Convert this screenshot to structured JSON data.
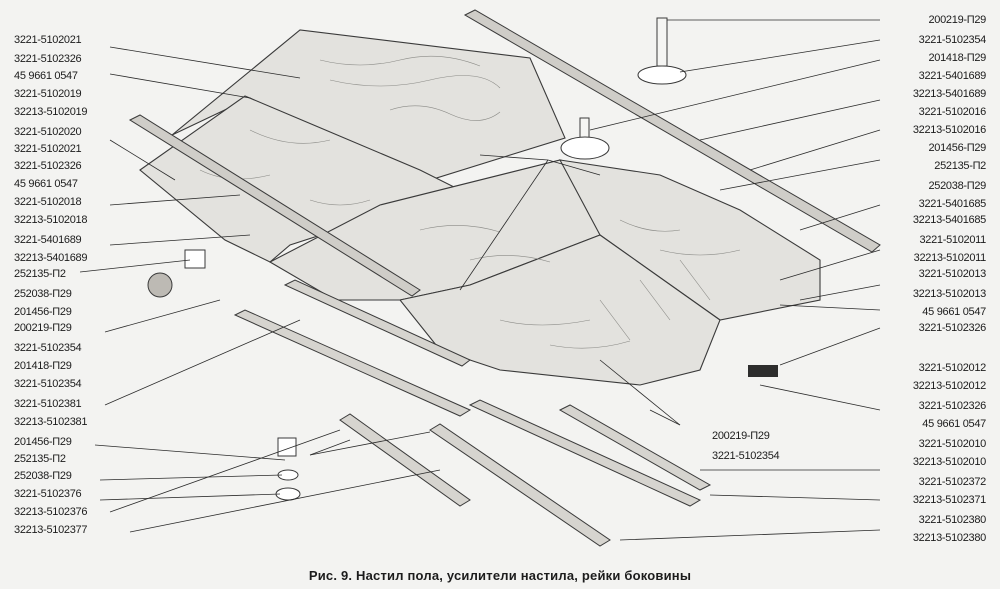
{
  "left_labels": [
    "3221-5102021",
    "3221-5102326",
    "45 9661 0547",
    "3221-5102019",
    "32213-5102019",
    "3221-5102020",
    "3221-5102021",
    "3221-5102326",
    "45 9661 0547",
    "3221-5102018",
    "32213-5102018",
    "3221-5401689",
    "32213-5401689",
    "252135-П2",
    "252038-П29",
    "201456-П29",
    "200219-П29",
    "3221-5102354",
    "201418-П29",
    "3221-5102354",
    "3221-5102381",
    "32213-5102381",
    "201456-П29",
    "252135-П2",
    "252038-П29",
    "3221-5102376",
    "32213-5102376",
    "32213-5102377"
  ],
  "right_labels": [
    "200219-П29",
    "3221-5102354",
    "201418-П29",
    "3221-5401689",
    "32213-5401689",
    "3221-5102016",
    "32213-5102016",
    "201456-П29",
    "252135-П2",
    "252038-П29",
    "3221-5401685",
    "32213-5401685",
    "3221-5102011",
    "32213-5102011",
    "3221-5102013",
    "32213-5102013",
    "45 9661 0547",
    "3221-5102326",
    "3221-5102012",
    "32213-5102012",
    "3221-5102326",
    "45 9661 0547",
    "3221-5102010",
    "32213-5102010",
    "3221-5102372",
    "32213-5102371",
    "3221-5102380",
    "32213-5102380"
  ],
  "center_labels": [
    "200219-П29",
    "3221-5102354"
  ],
  "caption": "Рис. 9. Настил пола, усилители настила, рейки боковины"
}
